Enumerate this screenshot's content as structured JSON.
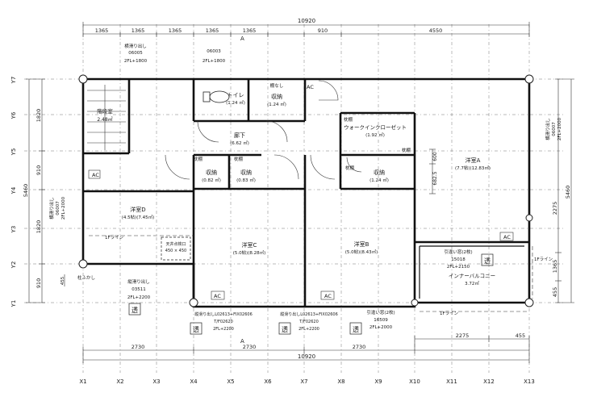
{
  "dimensions": {
    "top_total": "10920",
    "top_segments": [
      "1365",
      "1365",
      "1365",
      "1365",
      "1365",
      "910",
      "4550"
    ],
    "bottom_total": "10920",
    "bottom_segments": [
      "2730",
      "2730",
      "2730"
    ],
    "bottom_right": [
      "2275",
      "455"
    ],
    "left_total": "5460",
    "left_segments": [
      "1820",
      "910",
      "1820",
      "910"
    ],
    "left_small": "455",
    "right_segments": [
      "2275",
      "5460",
      "1365",
      "455"
    ],
    "room_dims": [
      "600",
      "682.5"
    ]
  },
  "grid": {
    "x_labels": [
      "X1",
      "X2",
      "X3",
      "X4",
      "X5",
      "X6",
      "X7",
      "X8",
      "X9",
      "X10",
      "X11",
      "X12",
      "X13"
    ],
    "y_labels": [
      "Y1",
      "Y2",
      "Y3",
      "Y4",
      "Y5",
      "Y6",
      "Y7"
    ]
  },
  "rooms": {
    "stairs": {
      "name": "階段室",
      "area": "2.48㎡"
    },
    "toilet": {
      "name": "トイレ",
      "area": "(1.24 ㎡)"
    },
    "storage_top": {
      "name": "収納",
      "area": "(1.24 ㎡)",
      "note": "棚なし"
    },
    "hall": {
      "name": "廊下",
      "area": "(6.62 ㎡)"
    },
    "wic": {
      "name": "ウォークインクローゼット",
      "area": "(1.92 ㎡)"
    },
    "storage_a": {
      "name": "収納",
      "area": "(0.82 ㎡)"
    },
    "storage_b": {
      "name": "収納",
      "area": "(0.83 ㎡)"
    },
    "storage_c": {
      "name": "収納",
      "area": "(1.24 ㎡)"
    },
    "room_a": {
      "name": "洋室A",
      "area": "(7.7帖)(12.83㎡)"
    },
    "room_b": {
      "name": "洋室B",
      "area": "(5.0帖)(8.43㎡)"
    },
    "room_c": {
      "name": "洋室C",
      "area": "(5.0帖)(8.28㎡)"
    },
    "room_d": {
      "name": "洋室D",
      "area": "(4.5帖)(7.45㎡)"
    },
    "balcony": {
      "name": "インナーバルコニー",
      "area": "3.72㎡"
    }
  },
  "labels": {
    "ac": "AC",
    "shelf": "枕棚",
    "fireline": "1Fライン",
    "hatch": "天井点検口",
    "hatch_size": "450 × 450",
    "fukashi": "柱ふかし",
    "trans": "透",
    "section_a": "A"
  },
  "windows": {
    "w1": [
      "横滑り出し",
      "06005",
      "2FL+1800"
    ],
    "w2": [
      "06003",
      "2FL+1800"
    ],
    "w3": [
      "横滑り出し",
      "06007",
      "2FL+2000"
    ],
    "w4": [
      "横滑り出し",
      "06007",
      "2FL+2000"
    ],
    "w5": [
      "縦滑り出し",
      "03511",
      "2FL+2200"
    ],
    "w6": [
      "縦滑り出しL02613+FIX02606",
      "T/F02620",
      "2FL+2200"
    ],
    "w7": [
      "縦滑り出しL02613+FIX02606",
      "T/F02620",
      "2FL+2200"
    ],
    "w8": [
      "引違い窓(2枚)",
      "16509",
      "2FL+2000"
    ],
    "w9": [
      "引違い窓(2枚)",
      "15018",
      "2FL+2150"
    ]
  }
}
